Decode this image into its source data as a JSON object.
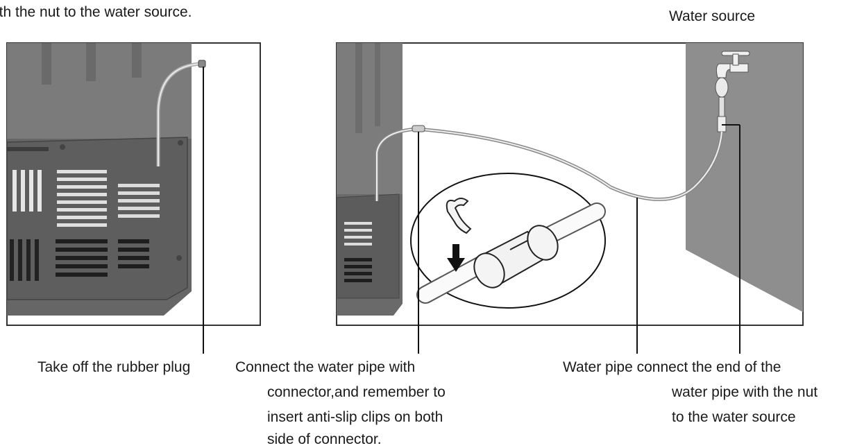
{
  "top_caption": "ith the nut to the water source.",
  "water_source_label": "Water source",
  "callouts": {
    "rubber_plug": "Take off the rubber plug",
    "connect_pipe": {
      "line1": "Connect the water pipe with",
      "line2": "connector,and remember to",
      "line3": "insert anti-slip clips on both",
      "line4": "side of connector."
    },
    "water_pipe": {
      "line1": "Water pipe connect the end of the",
      "line2": "water pipe with the nut",
      "line3": "to the water source"
    }
  },
  "colors": {
    "appliance_dark": "#5c5c5c",
    "appliance_mid": "#7a7a7a",
    "wall": "#8e8e8e",
    "frame": "#333333",
    "pipe": "#9a9a9a"
  },
  "icons": [
    "faucet-icon",
    "anti-slip-clip-icon",
    "down-arrow-icon",
    "pipe-connector-icon"
  ]
}
